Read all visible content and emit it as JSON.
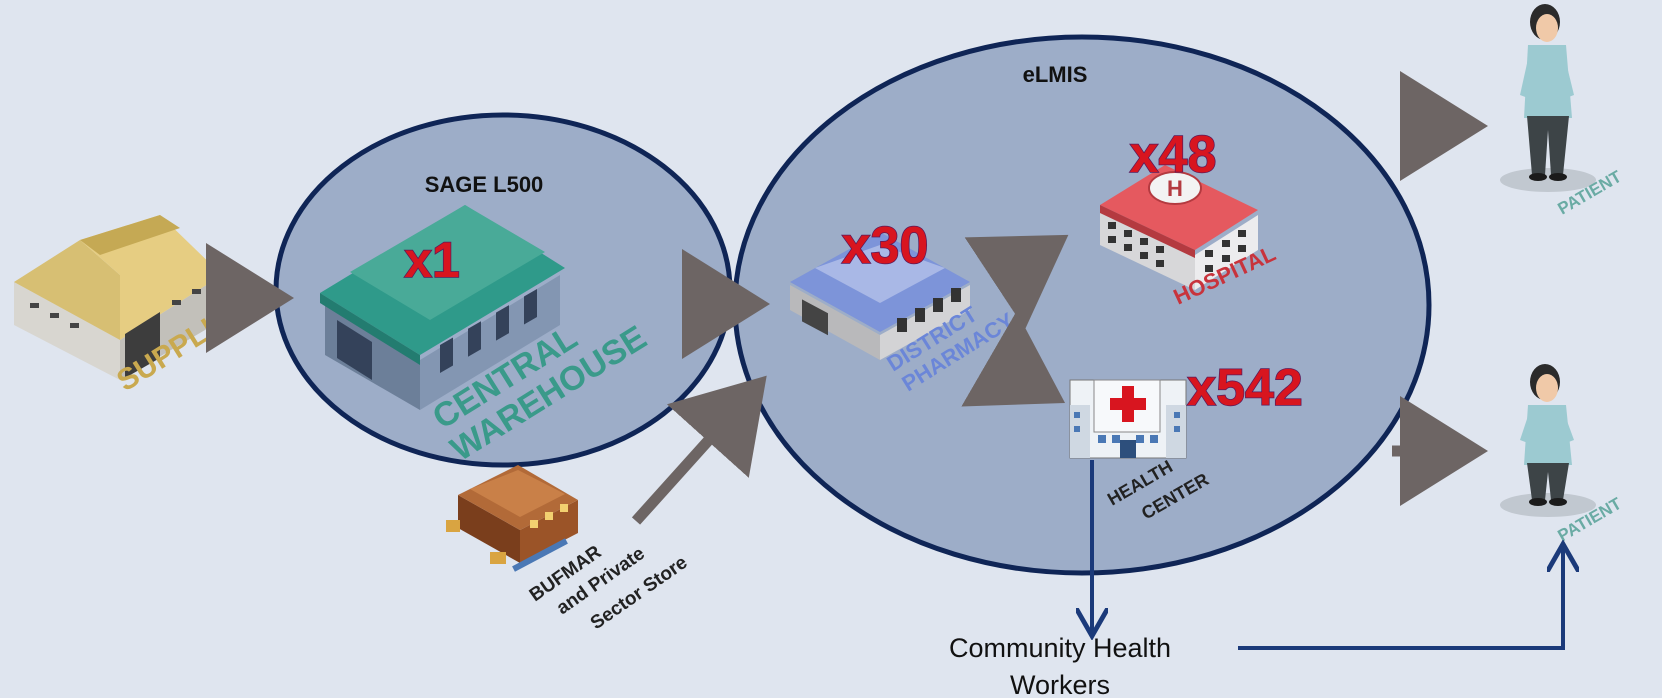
{
  "systems": {
    "sage": "SAGE L500",
    "elmis": "eLMIS"
  },
  "nodes": {
    "supplier": "SUPPLIER",
    "central_line1": "CENTRAL",
    "central_line2": "WAREHOUSE",
    "central_count": "x1",
    "district_line1": "DISTRICT",
    "district_line2": "PHARMACY",
    "district_count": "x30",
    "hospital": "HOSPITAL",
    "hospital_count": "x48",
    "health_line1": "HEALTH",
    "health_line2": "CENTER",
    "health_count": "x542",
    "bufmar_line1": "BUFMAR",
    "bufmar_line2": "and Private",
    "bufmar_line3": "Sector Store",
    "chw_line1": "Community Health",
    "chw_line2": "Workers",
    "patient_top": "PATIENT",
    "patient_bottom": "PATIENT"
  },
  "colors": {
    "background": "#dfe5ef",
    "circle_fill": "#9dadc8",
    "circle_stroke": "#0f2556",
    "arrow_gray": "#6d6564",
    "arrow_blue": "#1b3a7a",
    "count_red": "#d8151f",
    "supplier_text": "#c9a94f",
    "warehouse_text": "#3a9a8a",
    "pharmacy_text": "#6b86d8",
    "hospital_text": "#c8333c",
    "patient_text": "#6aaba4"
  }
}
